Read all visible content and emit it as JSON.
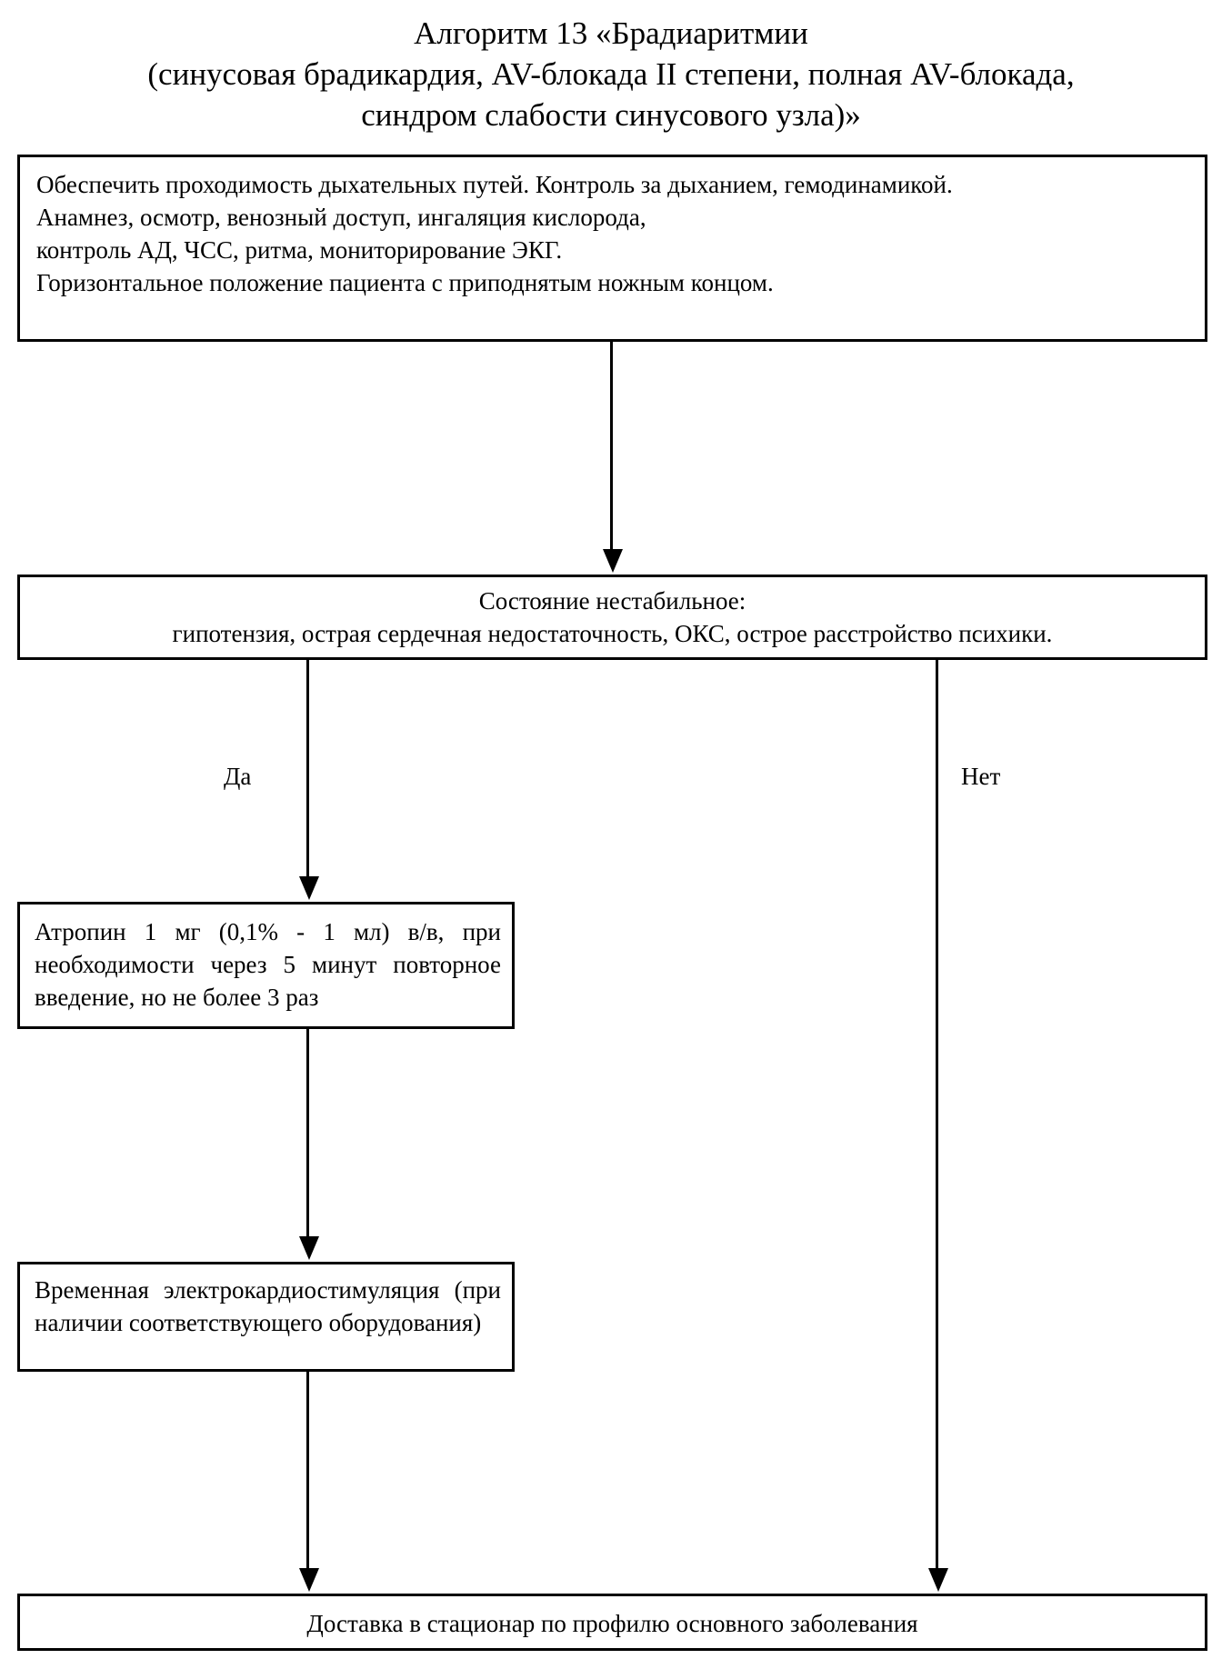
{
  "document": {
    "title_lines": [
      "Алгоритм 13 «Брадиаритмии",
      "(синусовая брадикардия, AV-блокада II степени, полная AV-блокада,",
      "синдром слабости синусового узла)»"
    ]
  },
  "flowchart": {
    "type": "flowchart",
    "colors": {
      "border": "#000000",
      "background": "#ffffff",
      "text": "#000000"
    },
    "nodes": {
      "initial": {
        "id": "initial-assessment",
        "lines": [
          "Обеспечить проходимость дыхательных путей. Контроль за дыханием, гемодинамикой.",
          "Анамнез, осмотр, венозный доступ, ингаляция кислорода,",
          "контроль АД, ЧСС, ритма, мониторирование ЭКГ.",
          "Горизонтальное положение пациента с приподнятым ножным концом."
        ]
      },
      "unstable": {
        "id": "unstable-condition",
        "lines": [
          "Состояние нестабильное:",
          "гипотензия, острая сердечная недостаточность, ОКС, острое расстройство психики."
        ]
      },
      "atropine": {
        "id": "atropine-treatment",
        "text": "Атропин 1 мг (0,1% - 1 мл) в/в, при необходимости через 5 минут повторное введение, но не более 3 раз"
      },
      "pacing": {
        "id": "temporary-pacing",
        "text": "Временная электрокардиостимуляция (при наличии соответствующего оборудования)"
      },
      "hospital": {
        "id": "hospital-delivery",
        "text": "Доставка в стационар по профилю основного заболевания"
      }
    },
    "branch_labels": {
      "yes": "Да",
      "no": "Нет"
    },
    "edges": [
      {
        "from": "initial",
        "to": "unstable",
        "label": ""
      },
      {
        "from": "unstable",
        "to": "atropine",
        "label": "Да"
      },
      {
        "from": "atropine",
        "to": "pacing",
        "label": ""
      },
      {
        "from": "pacing",
        "to": "hospital",
        "label": ""
      },
      {
        "from": "unstable",
        "to": "hospital",
        "label": "Нет"
      }
    ]
  }
}
